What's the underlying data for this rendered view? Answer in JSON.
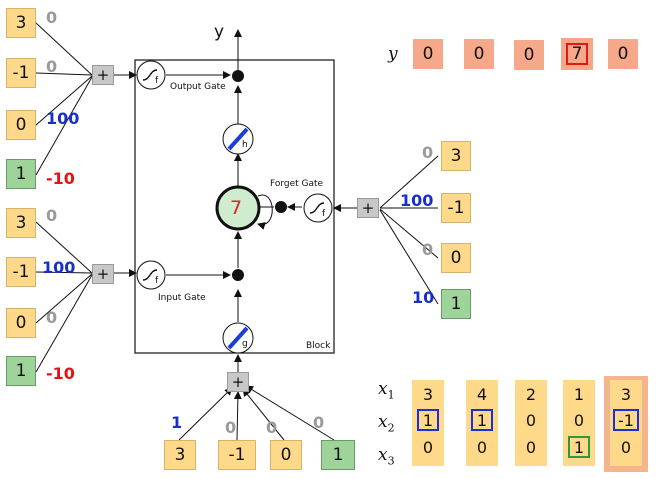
{
  "output": {
    "label": "y",
    "values": [
      "0",
      "0",
      "0",
      "7",
      "0"
    ],
    "highlight_index": 3,
    "top_arrow_label": "y"
  },
  "cell": {
    "value": "7"
  },
  "labels": {
    "output_gate": "Output Gate",
    "input_gate": "Input Gate",
    "forget_gate": "Forget Gate",
    "block": "Block",
    "f": "f",
    "h": "h",
    "g": "g",
    "plus": "+"
  },
  "output_gate_inputs": [
    {
      "value": "3",
      "weight": "0",
      "weight_color": "gray"
    },
    {
      "value": "-1",
      "weight": "0",
      "weight_color": "gray"
    },
    {
      "value": "0",
      "weight": "100",
      "weight_color": "blue"
    },
    {
      "value": "1",
      "weight": "-10",
      "weight_color": "red",
      "bias": true
    }
  ],
  "input_gate_inputs": [
    {
      "value": "3",
      "weight": "0",
      "weight_color": "gray"
    },
    {
      "value": "-1",
      "weight": "100",
      "weight_color": "blue"
    },
    {
      "value": "0",
      "weight": "0",
      "weight_color": "gray"
    },
    {
      "value": "1",
      "weight": "-10",
      "weight_color": "red",
      "bias": true
    }
  ],
  "forget_gate_inputs": [
    {
      "value": "3",
      "weight": "0",
      "weight_color": "gray"
    },
    {
      "value": "-1",
      "weight": "100",
      "weight_color": "blue"
    },
    {
      "value": "0",
      "weight": "0",
      "weight_color": "gray"
    },
    {
      "value": "1",
      "weight": "10",
      "weight_color": "blue",
      "bias": true
    }
  ],
  "block_input_inputs": [
    {
      "value": "3",
      "weight": "1",
      "weight_color": "blue"
    },
    {
      "value": "-1",
      "weight": "0",
      "weight_color": "gray"
    },
    {
      "value": "0",
      "weight": "0",
      "weight_color": "gray"
    },
    {
      "value": "1",
      "weight": "0",
      "weight_color": "gray",
      "bias": true
    }
  ],
  "x_sequence": {
    "row_labels": [
      "x",
      "x",
      "x"
    ],
    "row_subs": [
      "1",
      "2",
      "3"
    ],
    "columns": [
      {
        "values": [
          "3",
          "1",
          "0"
        ],
        "highlight": [
          null,
          "blue",
          null
        ]
      },
      {
        "values": [
          "4",
          "1",
          "0"
        ],
        "highlight": [
          null,
          "blue",
          null
        ]
      },
      {
        "values": [
          "2",
          "0",
          "0"
        ],
        "highlight": [
          null,
          null,
          null
        ]
      },
      {
        "values": [
          "1",
          "0",
          "1"
        ],
        "highlight": [
          null,
          null,
          "green"
        ]
      },
      {
        "values": [
          "3",
          "-1",
          "0"
        ],
        "highlight": [
          null,
          "blue",
          null
        ],
        "selected": true
      }
    ]
  },
  "colors": {
    "input_box": "#ffd98a",
    "bias_box": "#9ed39a",
    "output_box": "#f6a88a",
    "weight_gray": "#9a9a9a",
    "weight_blue": "#1930c7",
    "weight_red": "#e41414",
    "cell_fill": "#cfeccf",
    "cell_text": "#e02020"
  }
}
